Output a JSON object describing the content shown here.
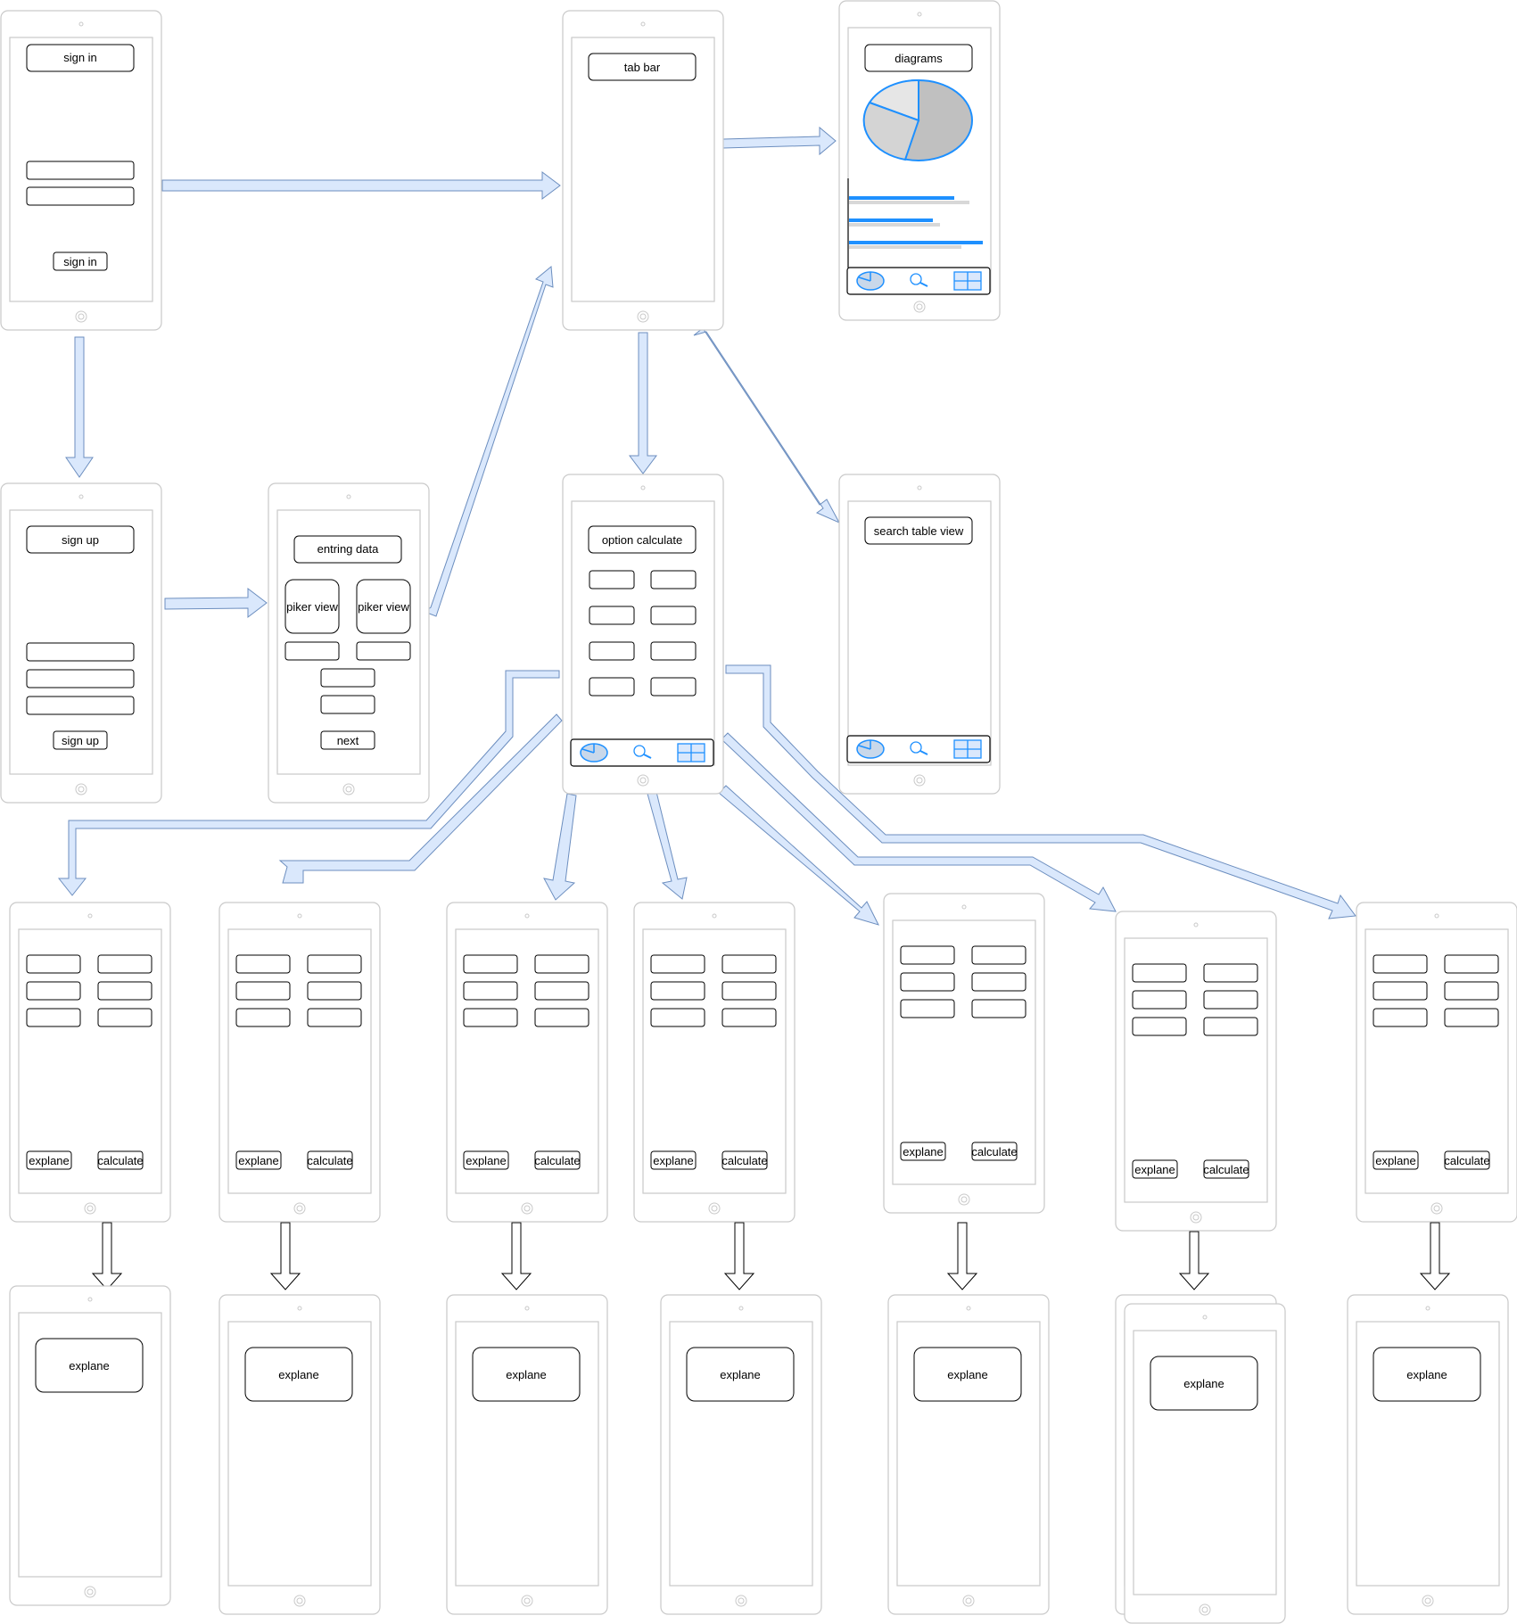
{
  "colors": {
    "device_outline": "#c9c9c9",
    "arrow_fill": "#dae8fc",
    "arrow_stroke": "#6c8ebf",
    "accent_blue": "#1e90ff",
    "pie_gray": "#c0c0c0",
    "pie_light": "#e6e6e6"
  },
  "screens": {
    "sign_in": {
      "title": "sign in",
      "button": "sign in"
    },
    "sign_up": {
      "title": "sign up",
      "button": "sign up"
    },
    "entering_data": {
      "title": "entring data",
      "picker_left": "piker view",
      "picker_right": "piker view",
      "button": "next"
    },
    "tab_bar": {
      "title": "tab bar"
    },
    "diagrams": {
      "title": "diagrams"
    },
    "search": {
      "title": "search table view"
    },
    "option_calculate": {
      "title": "option calculate"
    },
    "detail": {
      "explain": "explane",
      "calculate": "calculate"
    },
    "explain": {
      "title": "explane"
    }
  },
  "tab_icons": [
    "pie-chart-icon",
    "search-icon",
    "grid-icon"
  ]
}
